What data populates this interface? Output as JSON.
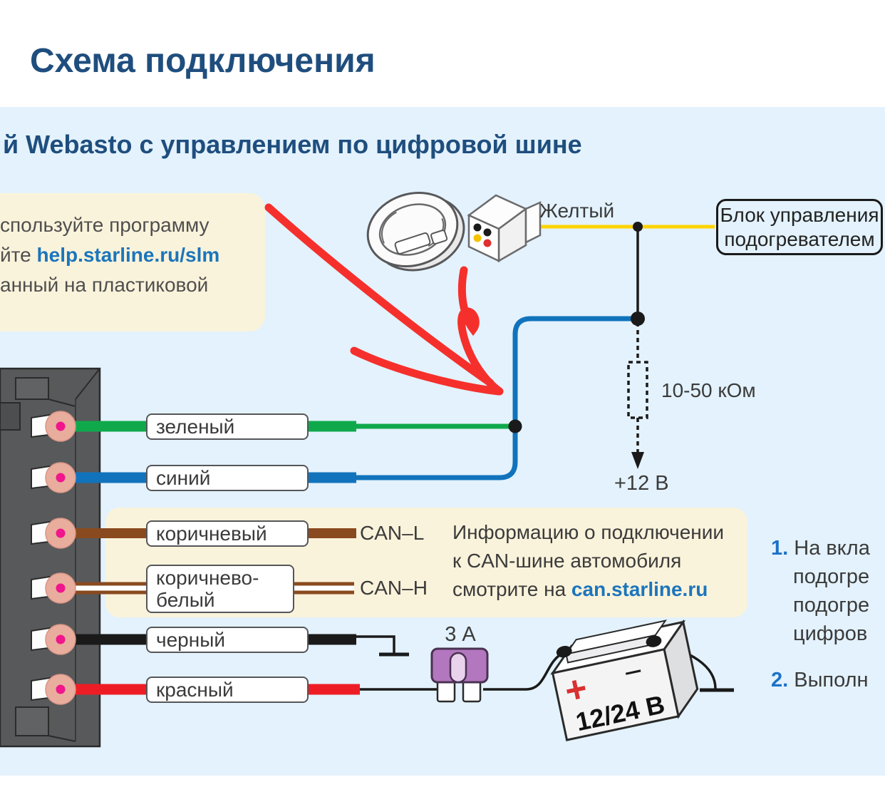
{
  "title": "Схема подключения",
  "subtitle": "й Webasto с управлением по цифровой шине",
  "note_top": {
    "line1": "спользуйте программу",
    "line2_prefix": "йте ",
    "line2_link": "help.starline.ru/slm",
    "line3": "анный на пластиковой"
  },
  "timer_connector": {
    "yellow_wire_label": "Желтый"
  },
  "heater_box": {
    "line1": "Блок управления",
    "line2": "подогревателем"
  },
  "resistor": {
    "value": "10-50 кОм",
    "target": "+12 В"
  },
  "wires": [
    {
      "id": "green",
      "label": "зеленый",
      "color": "#0FA94C"
    },
    {
      "id": "blue",
      "label": "синий",
      "color": "#1173BC"
    },
    {
      "id": "brown",
      "label": "коричневый",
      "color": "#8A4A1F",
      "bus": "CAN–L"
    },
    {
      "id": "brown-white",
      "label": "коричнево-белый",
      "color": "#8A4A1F",
      "bus": "CAN–H"
    },
    {
      "id": "black",
      "label": "черный",
      "color": "#1A1A1A"
    },
    {
      "id": "red",
      "label": "красный",
      "color": "#EE1D25"
    }
  ],
  "can_note": {
    "line1": "Информацию о подключении",
    "line2": "к CAN-шине автомобиля",
    "line3_prefix": "смотрите на ",
    "line3_link": "can.starline.ru"
  },
  "fuse": {
    "label": "3 А"
  },
  "battery": {
    "plus": "+",
    "minus": "−",
    "label": "12/24 В"
  },
  "steps": [
    {
      "num": "1.",
      "lines": [
        "На вкла",
        "подогре",
        "подогре",
        "цифров"
      ]
    },
    {
      "num": "2.",
      "lines": [
        "Выполн"
      ]
    }
  ],
  "colors": {
    "title_blue": "#1F4E7E",
    "link_blue": "#1B75BC",
    "step_num_blue": "#1B72C8",
    "panel_bg": "#E3F2FC",
    "note_bg": "#FAF3DB",
    "wire_yellow": "#FFD400",
    "arrow_red": "#F5302C",
    "fuse_purple": "#B277BE",
    "pin_pink": "#E9AD9D",
    "pin_dot_magenta": "#F0168C",
    "connector_gray": "#58595B"
  }
}
